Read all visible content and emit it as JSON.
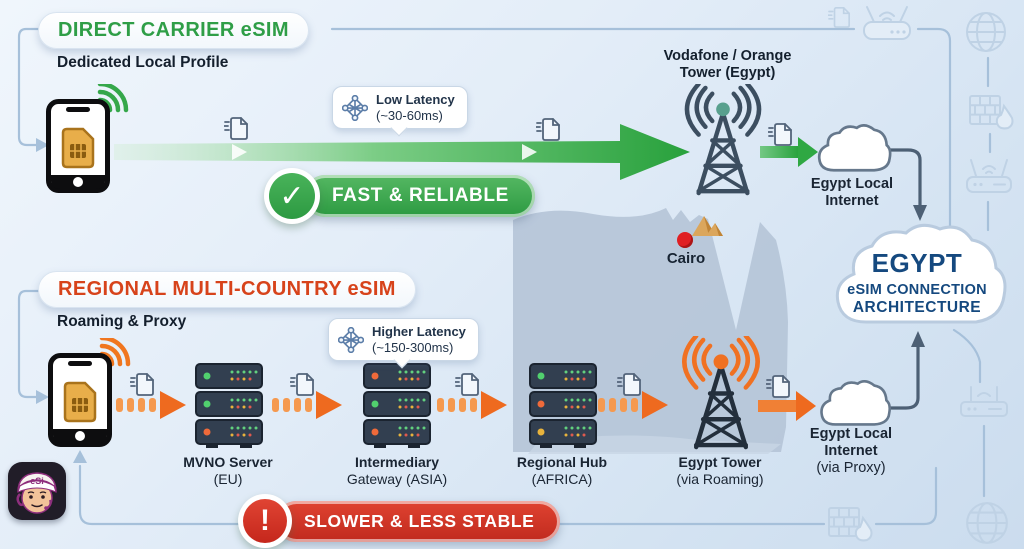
{
  "header_direct": {
    "title": "DIRECT CARRIER eSIM",
    "subtitle": "Dedicated Local Profile"
  },
  "flow_direct": {
    "latency_title": "Low Latency",
    "latency_value": "(~30-60ms)",
    "status_label": "FAST & RELIABLE",
    "tower_name_line1": "Vodafone / Orange",
    "tower_name_line2": "Tower (Egypt)",
    "cloud_line1": "Egypt Local",
    "cloud_line2": "Internet"
  },
  "header_regional": {
    "title": "REGIONAL MULTI-COUNTRY eSIM",
    "subtitle": "Roaming & Proxy"
  },
  "flow_regional": {
    "latency_title": "Higher Latency",
    "latency_value": "(~150-300ms)",
    "status_label": "SLOWER & LESS STABLE",
    "nodes": [
      {
        "line1": "MVNO Server",
        "line2": "(EU)"
      },
      {
        "line1": "Intermediary",
        "line2": "Gateway (ASIA)"
      },
      {
        "line1": "Regional Hub",
        "line2": "(AFRICA)"
      },
      {
        "line1": "Egypt Tower",
        "line2": "(via Roaming)"
      }
    ],
    "cloud_line1": "Egypt Local",
    "cloud_line2": "Internet",
    "cloud_line3": "(via Proxy)"
  },
  "map": {
    "city_label": "Cairo"
  },
  "hub_cloud": {
    "line1": "EGYPT",
    "line2": "eSIM CONNECTION",
    "line3": "ARCHITECTURE"
  },
  "brand": {
    "logo_text": "eSi"
  },
  "icons": {
    "check_glyph": "✓",
    "warning_glyph": "!"
  },
  "colors": {
    "direct_green": "#2f9e47",
    "regional_red": "#d7431b",
    "arrow_orange": "#ef6a1f",
    "hub_navy": "#15497f",
    "tower_slate": "#3c4e60",
    "connector_blue": "#a6c0da",
    "map_fill": "#b5c4d7"
  }
}
